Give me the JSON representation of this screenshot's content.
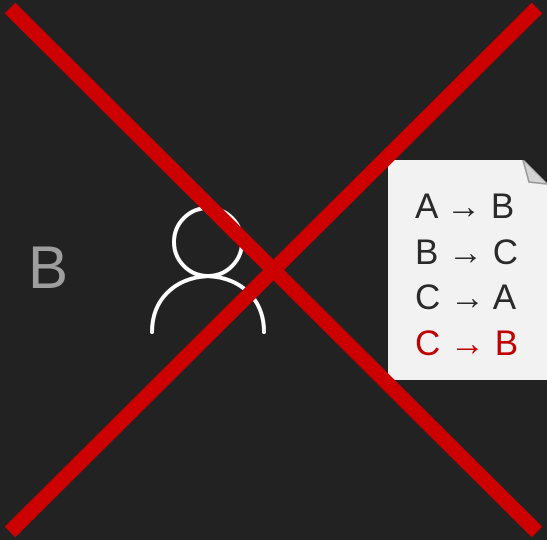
{
  "node": {
    "label": "B",
    "icon": "person-icon"
  },
  "rules_note": {
    "items": [
      {
        "text": "A → B",
        "highlighted": false
      },
      {
        "text": "B → C",
        "highlighted": false
      },
      {
        "text": "C → A",
        "highlighted": false
      },
      {
        "text": "C → B",
        "highlighted": true
      }
    ]
  },
  "overlay": {
    "icon": "cross-mark-icon",
    "color": "#cc0000"
  },
  "colors": {
    "background": "#222222",
    "note_background": "#f2f2f2",
    "highlight": "#c00000",
    "label": "#9e9e9e"
  }
}
